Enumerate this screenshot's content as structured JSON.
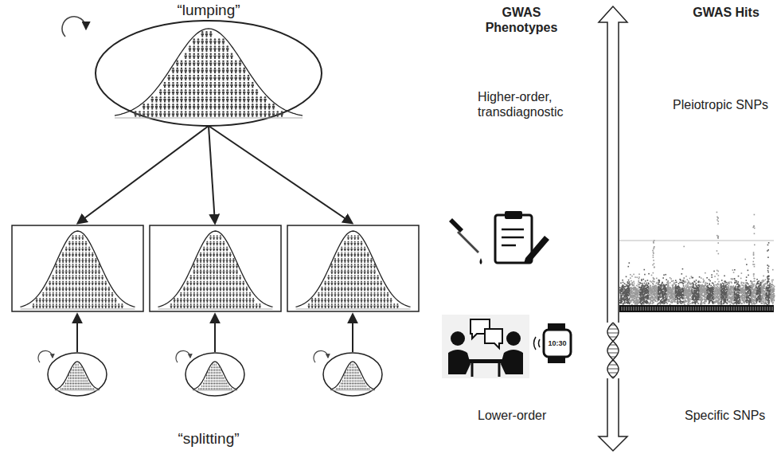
{
  "diagram": {
    "labels": [
      "“lumping”",
      "“splitting”",
      "GWAS Phenotypes",
      "GWAS Hits",
      "Higher-order, transdiagnostic",
      "Pleiotropic SNPs",
      "Lower-order",
      "Specific SNPs",
      "10:30"
    ]
  }
}
